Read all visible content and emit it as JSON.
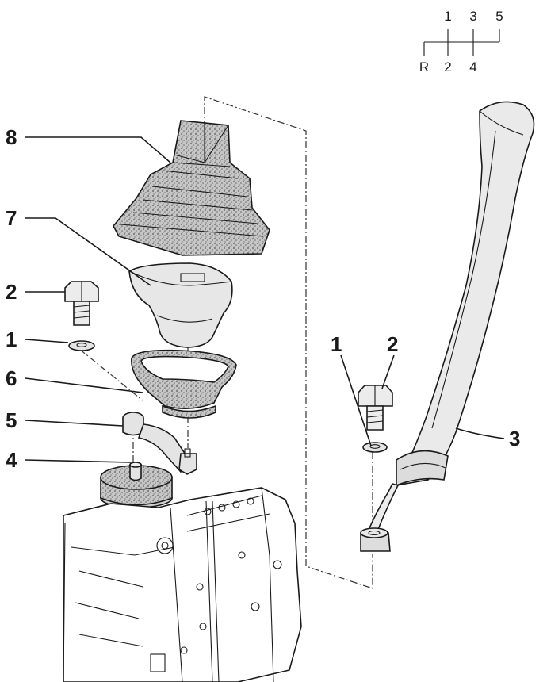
{
  "shift_pattern": {
    "top": [
      "1",
      "3",
      "5"
    ],
    "bottom": [
      "R",
      "2",
      "4"
    ]
  },
  "callouts": [
    {
      "id": "8"
    },
    {
      "id": "7"
    },
    {
      "id": "2"
    },
    {
      "id": "1"
    },
    {
      "id": "6"
    },
    {
      "id": "5"
    },
    {
      "id": "4"
    },
    {
      "id": "1"
    },
    {
      "id": "2"
    },
    {
      "id": "3"
    }
  ],
  "colors": {
    "ink": "#1a1a1a",
    "stipple_fill": "#b9b9b9",
    "light_fill": "#e4e4e4",
    "paper": "#ffffff"
  }
}
